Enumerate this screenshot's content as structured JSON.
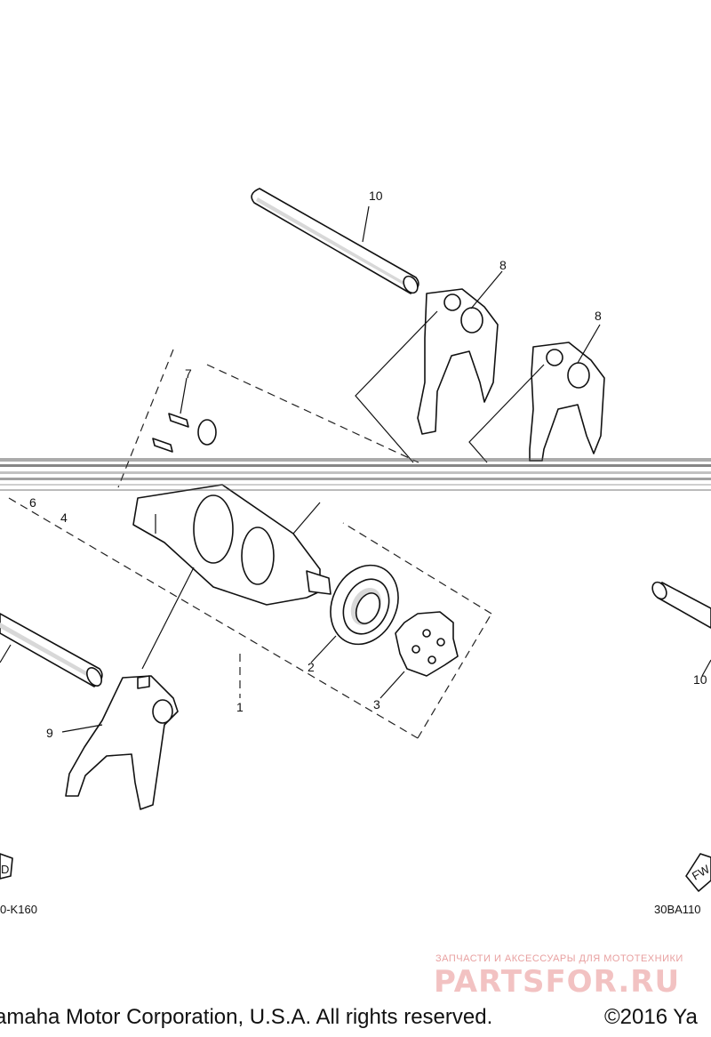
{
  "callouts": {
    "p1": "1",
    "p2": "2",
    "p3": "3",
    "p4": "4",
    "p6": "6",
    "p7": "7",
    "p8a": "8",
    "p8b": "8",
    "p9": "9",
    "p10a": "10",
    "p10b": "10"
  },
  "codes": {
    "left": "0-K160",
    "right": "30BA110",
    "fwd_left": "D",
    "fwd_right": "FW"
  },
  "watermark": {
    "tagline": "ЗАПЧАСТИ И АКСЕССУАРЫ ДЛЯ МОТОТЕХНИКИ",
    "logo": "PARTSFOR.RU"
  },
  "footer": {
    "left": "amaha Motor Corporation, U.S.A. All rights reserved.",
    "right": "©2016 Ya"
  }
}
